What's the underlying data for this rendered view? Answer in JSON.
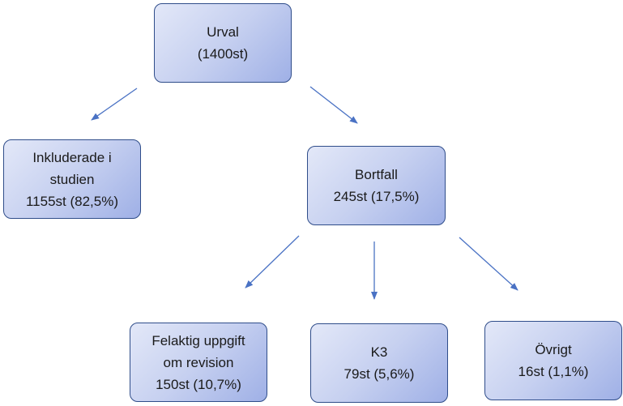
{
  "diagram": {
    "nodes": {
      "urval": {
        "line1": "Urval",
        "line2": "(1400st)"
      },
      "inkluderade": {
        "line1": "Inkluderade i",
        "line2": "studien",
        "line3": "1155st (82,5%)"
      },
      "bortfall": {
        "line1": "Bortfall",
        "line2": "245st (17,5%)"
      },
      "felaktig": {
        "line1": "Felaktig uppgift",
        "line2": "om revision",
        "line3": "150st (10,7%)"
      },
      "k3": {
        "line1": "K3",
        "line2": "79st (5,6%)"
      },
      "ovrigt": {
        "line1": "Övrigt",
        "line2": "16st (1,1%)"
      }
    },
    "colors": {
      "box_border": "#2f4d8a",
      "box_fill_light": "#e3e8f8",
      "box_fill_dark": "#9fb0e6",
      "arrow": "#4a72c4",
      "text": "#1a1a1a"
    }
  }
}
